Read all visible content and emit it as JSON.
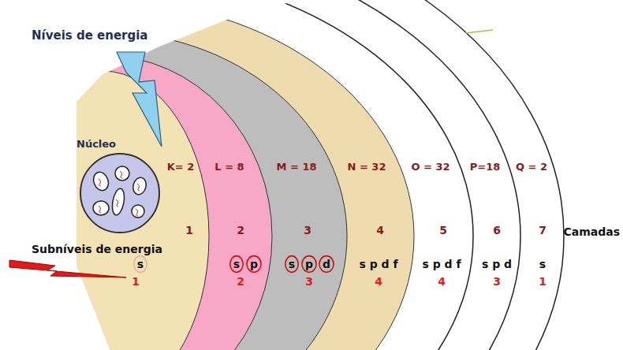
{
  "diagram": {
    "nodes": [
      {
        "text": [
          "Núcleo"
        ]
      },
      {
        "text": [
          "K= 2",
          "1",
          "s",
          "1"
        ]
      },
      {
        "text": [
          "L = 8",
          "2",
          "s",
          "p",
          "2"
        ]
      },
      {
        "text": [
          "M = 18",
          "3",
          "s",
          "p",
          "d",
          "3"
        ]
      },
      {
        "text": [
          "N = 32",
          "4",
          "s p d f",
          "4"
        ]
      },
      {
        "text": [
          "O = 32",
          "5",
          "s p d f",
          "4"
        ]
      },
      {
        "text": [
          "P=18",
          "6",
          "s p d",
          "3"
        ]
      },
      {
        "text": [
          "Q = 2",
          "7",
          "s",
          "1"
        ]
      }
    ],
    "labels": [
      "Níveis de energia",
      "Subníveis de energia",
      "Camadas"
    ]
  }
}
